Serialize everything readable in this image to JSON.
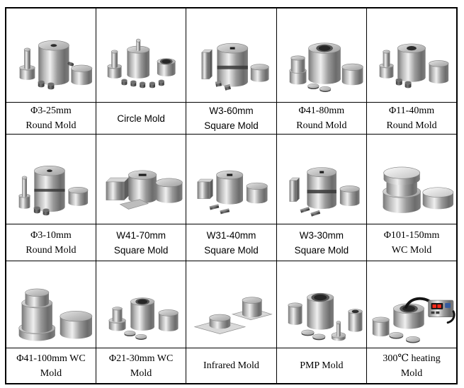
{
  "palette": {
    "border": "#000000",
    "text": "#000000",
    "metal_highlight": "#efefef",
    "metal_shadow": "#6c6c6c",
    "led_red": "#ff2a1a",
    "controller_button_blue": "#355a9e"
  },
  "cells": [
    {
      "line1": "Φ3-25mm",
      "line2": "Round Mold",
      "image": "round-mold-set",
      "image_alt": "plunger, round die body, cap cylinder and two pellets"
    },
    {
      "line1": "Circle Mold",
      "image": "circle-mold-set",
      "image_alt": "plunger, die with rod, ring die and five pellets"
    },
    {
      "line1": "W3-60mm",
      "line2": "Square Mold",
      "image": "square-mold-set",
      "image_alt": "square rod, slotted die body, cap and square pellets"
    },
    {
      "line1": "Φ41-80mm",
      "line2": "Round Mold",
      "image": "round-mold-large-set",
      "image_alt": "stepped plunger, large recessed die, cap and two discs"
    },
    {
      "line1": "Φ11-40mm",
      "line2": "Round Mold",
      "image": "round-mold-medium-set",
      "image_alt": "plunger, bored die body, cap and two pellets"
    },
    {
      "line1": "Φ3-10mm",
      "line2": "Round Mold",
      "image": "round-mold-small-set",
      "image_alt": "thin plunger, banded die body, cap and two pellets"
    },
    {
      "line1": "W41-70mm",
      "line2": "Square Mold",
      "image": "square-mold-large-set",
      "image_alt": "steel cube, square-recess die, flat bar and large disc"
    },
    {
      "line1": "W31-40mm",
      "line2": "Square Mold",
      "image": "square-mold-medium-set",
      "image_alt": "square plate, slotted die, disc and two bars"
    },
    {
      "line1": "W3-30mm",
      "line2": "Square Mold",
      "image": "square-mold-slot-set",
      "image_alt": "thin plate, slotted banded die, cap and two bars"
    },
    {
      "line1": "Φ101-150mm",
      "line2": "WC Mold",
      "image": "wc-mold-large-set",
      "image_alt": "stepped tungsten-carbide die with polished disc"
    },
    {
      "line1": "Φ41-100mm WC",
      "line2": "Mold",
      "image": "wc-mold-cylinder-set",
      "image_alt": "capped cylinder die and large disc"
    },
    {
      "line1": "Φ21-30mm WC",
      "line2": "Mold",
      "image": "wc-mold-small-set",
      "image_alt": "plunger, hollow die, cap and two thin discs"
    },
    {
      "line1": "Infrared Mold",
      "image": "infrared-mold-set",
      "image_alt": "two square base plates with round dies"
    },
    {
      "line1": "PMP Mold",
      "image": "pmp-mold-set",
      "image_alt": "plunger, hollow die, discs, stem anvil and sleeve"
    },
    {
      "line1": "300℃ heating",
      "line2": "Mold",
      "image": "heating-mold-set",
      "image_alt": "heated ring die with cable and temperature controller"
    }
  ]
}
